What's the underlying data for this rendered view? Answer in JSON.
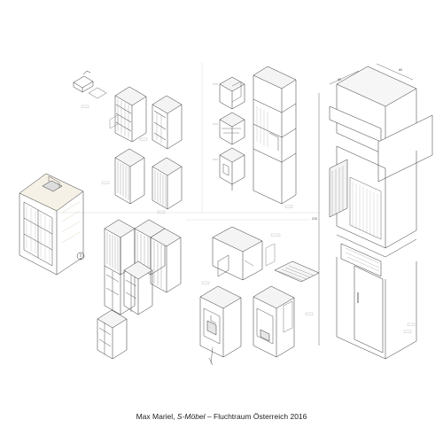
{
  "caption": {
    "author": "Max Mariel,",
    "title": "S-Möbel",
    "rest": "– Fluchtraum Österreich 2016"
  },
  "dimensions": {
    "width_top": "60",
    "depth_left": "60",
    "height_side": "210"
  }
}
